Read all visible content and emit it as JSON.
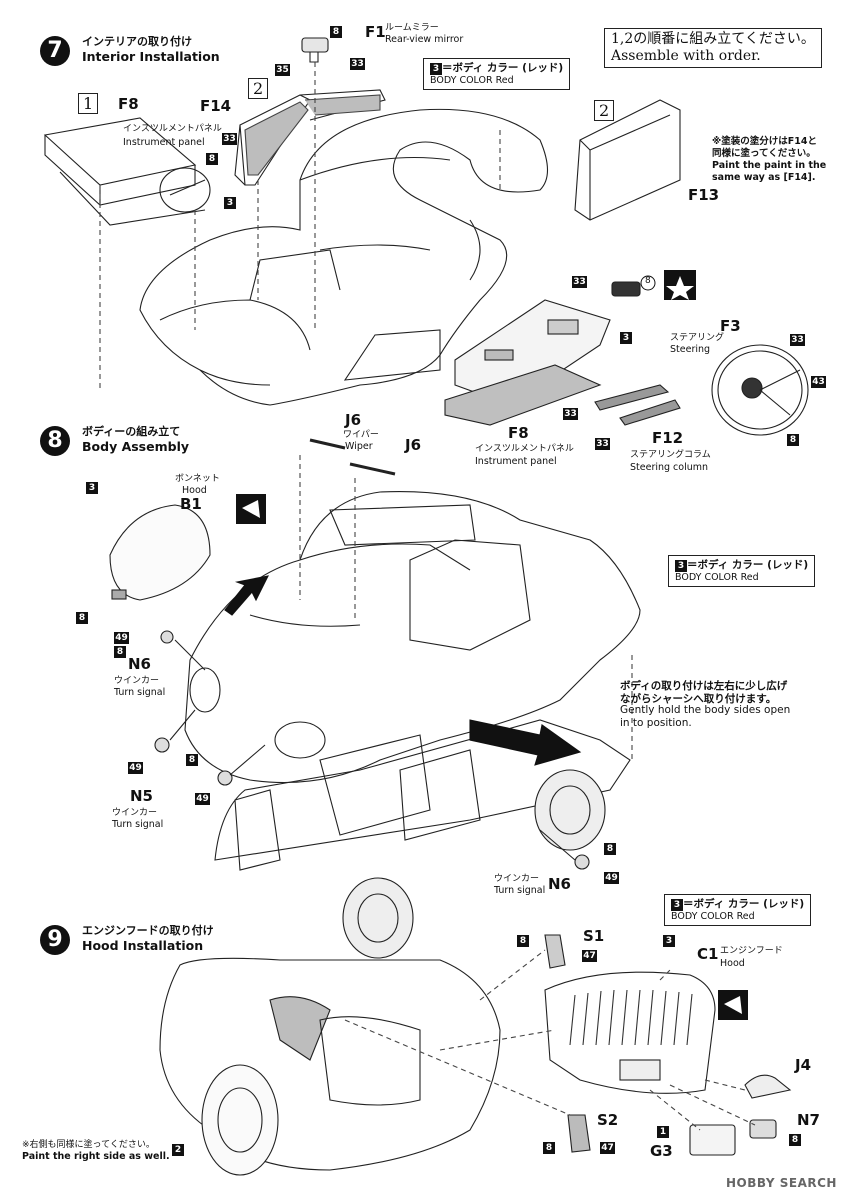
{
  "steps": {
    "s7": {
      "number": "7",
      "title_jp": "インテリアの取り付け",
      "title_en": "Interior Installation"
    },
    "s8": {
      "number": "8",
      "title_jp": "ボディーの組み立て",
      "title_en": "Body Assembly"
    },
    "s9": {
      "number": "9",
      "title_jp": "エンジンフードの取り付け",
      "title_en": "Hood Installation"
    }
  },
  "assemble_note": {
    "jp": "1,2の順番に組み立てください。",
    "en": "Assemble with order."
  },
  "color_box": {
    "num": "3",
    "jp": "＝ボディ カラー",
    "en": "BODY COLOR",
    "paren_jp": "レッド",
    "paren_en": "Red"
  },
  "paint_same_note": {
    "line1": "※塗装の塗分けはF14と",
    "line2": "同様に塗ってください。",
    "line3": "Paint the paint in the",
    "line4": "same way as [F14]."
  },
  "order_marks": {
    "one": "1",
    "two": "2"
  },
  "parts": {
    "F1": {
      "code": "F1",
      "jp": "ルームミラー",
      "en": "Rear-view mirror"
    },
    "F8_top": {
      "code": "F8",
      "jp": "インスツルメントパネル",
      "en": "Instrument panel"
    },
    "F8_mid": {
      "code": "F8",
      "jp": "インスツルメントパネル",
      "en": "Instrument panel"
    },
    "F14": {
      "code": "F14"
    },
    "F13": {
      "code": "F13"
    },
    "F3": {
      "code": "F3",
      "jp": "ステアリング",
      "en": "Steering"
    },
    "F12": {
      "code": "F12",
      "jp": "ステアリングコラム",
      "en": "Steering column"
    },
    "J6a": {
      "code": "J6",
      "jp": "ワイパー",
      "en": "Wiper"
    },
    "J6b": {
      "code": "J6"
    },
    "B1": {
      "code": "B1",
      "jp": "ボンネット",
      "en": "Hood"
    },
    "N6a": {
      "code": "N6",
      "jp": "ウインカー",
      "en": "Turn signal"
    },
    "N5": {
      "code": "N5",
      "jp": "ウインカー",
      "en": "Turn signal"
    },
    "N6b": {
      "code": "N6",
      "jp": "ウインカー",
      "en": "Turn signal"
    },
    "S1": {
      "code": "S1"
    },
    "C1": {
      "code": "C1",
      "jp": "エンジンフード",
      "en": "Hood"
    },
    "J4": {
      "code": "J4"
    },
    "S2": {
      "code": "S2"
    },
    "N7": {
      "code": "N7"
    },
    "G3": {
      "code": "G3"
    }
  },
  "color_refs": {
    "c1": "1",
    "c2": "2",
    "c3": "3",
    "c8": "8",
    "c33": "33",
    "c35": "35",
    "c43": "43",
    "c47": "47",
    "c49": "49"
  },
  "body_note": {
    "l1": "ボディの取り付けは左右に少し広げ",
    "l2": "ながらシャーシへ取り付けます。",
    "l3": "Gently hold the body sides open",
    "l4": "in to position."
  },
  "right_side_note": {
    "jp": "※右側も同様に塗ってください。",
    "en": "Paint the right side as well."
  },
  "watermark": "HOBBY SEARCH",
  "colors": {
    "ink": "#111111",
    "paper": "#ffffff",
    "gray": "#8a8a8a",
    "light_gray": "#d0d0d0"
  }
}
